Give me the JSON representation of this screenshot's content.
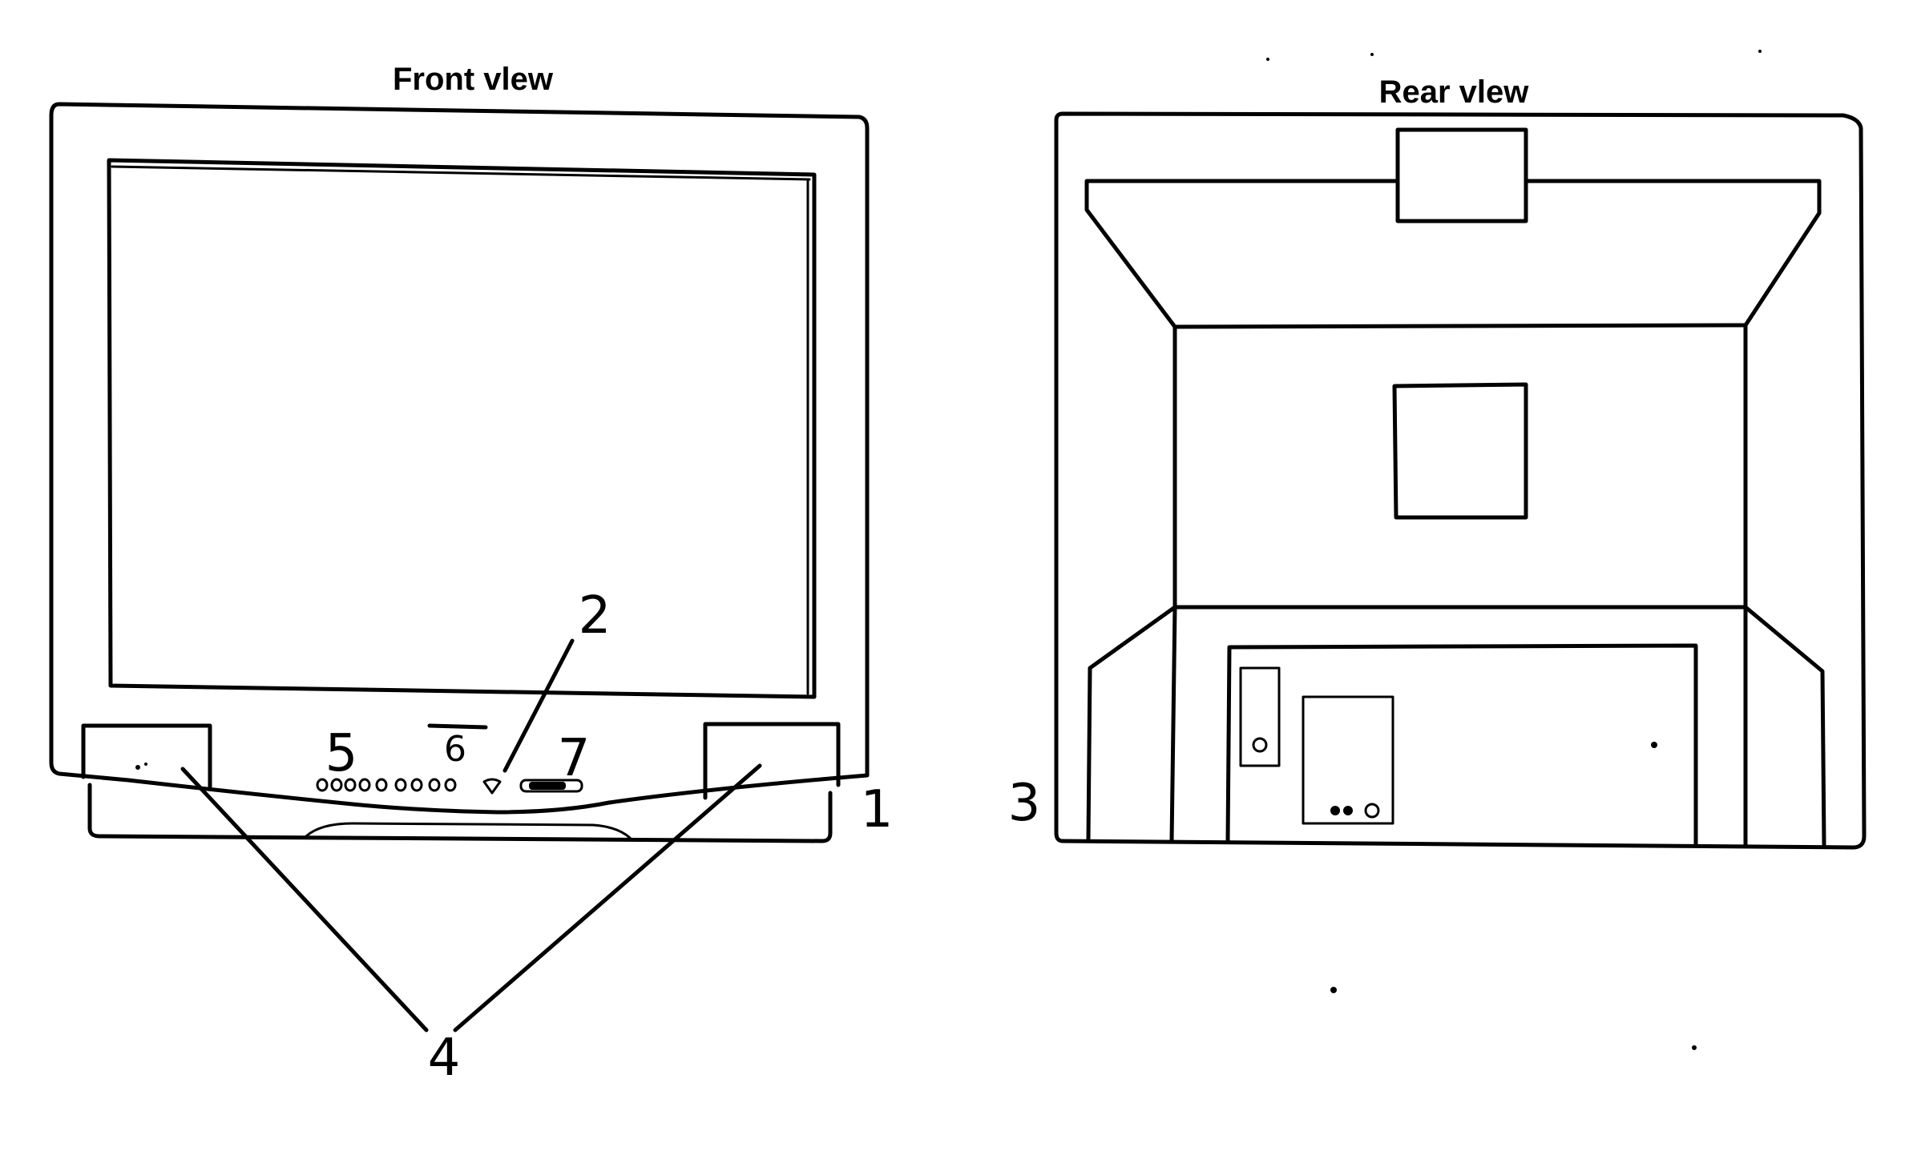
{
  "front_view": {
    "title": "Front vlew"
  },
  "rear_view": {
    "title": "Rear vlew"
  },
  "callouts": {
    "c1": "1",
    "c2": "2",
    "c3": "3",
    "c4": "4",
    "c5": "5",
    "c6": "6",
    "c7": "7"
  }
}
